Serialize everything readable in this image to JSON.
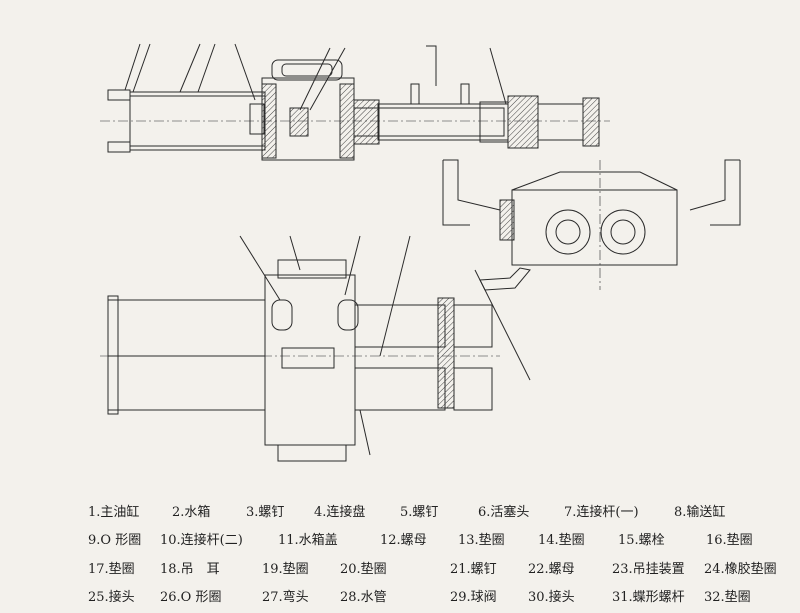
{
  "legend": {
    "rows": [
      [
        "1.主油缸",
        "2.水箱",
        "3.螺钉",
        "4.连接盘",
        "5.螺钉",
        "6.活塞头",
        "7.连接杆(一)",
        "8.输送缸"
      ],
      [
        "9.O 形圈",
        "10.连接杆(二)",
        "11.水箱盖",
        "12.螺母",
        "13.垫圈",
        "14.垫圈",
        "15.螺栓",
        "16.垫圈"
      ],
      [
        "17.垫圈",
        "18.吊　耳",
        "19.垫圈",
        "20.垫圈",
        "21.螺钉",
        "22.螺母",
        "23.吊挂装置",
        "24.橡胶垫圈"
      ],
      [
        "25.接头",
        "26.O 形圈",
        "27.弯头",
        "28.水管",
        "29.球阀",
        "30.接头",
        "31.蝶形螺杆",
        "32.垫圈"
      ]
    ]
  },
  "colors": {
    "line": "#2a2a2a",
    "paper": "#f3f1ec",
    "hatch": "#555555"
  }
}
